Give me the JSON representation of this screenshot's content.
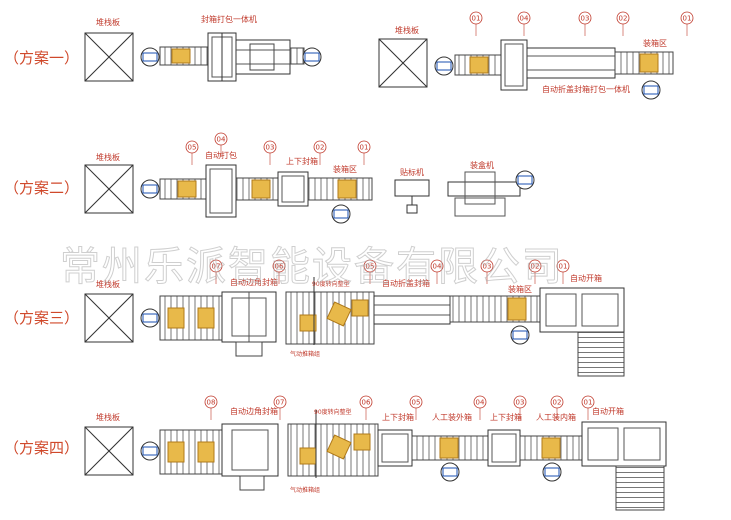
{
  "watermark": "常州乐派智能设备有限公司",
  "plans": [
    {
      "label": "（方案一）"
    },
    {
      "label": "（方案二）"
    },
    {
      "label": "（方案三）"
    },
    {
      "label": "（方案四）"
    }
  ],
  "labels": {
    "pallet": "堆栈板",
    "p1_left_machine": "封箱打包一体机",
    "p1_right_machine": "自动折盖封箱打包一体机",
    "p1_loading": "装箱区",
    "p2_strap": "自动打包",
    "p2_seal": "上下封箱",
    "p2_loading": "装箱区",
    "p2_label": "贴标机",
    "p2_boxer": "装盒机",
    "p3_corner": "自动边角封箱",
    "p3_turn": "90度转向整型",
    "p3_fold": "自动折盖封箱",
    "p3_loading": "装箱区",
    "p3_erector": "自动开箱",
    "p3_pneumatic": "气动推箱组",
    "p4_corner": "自动边角封箱",
    "p4_turn": "90度转向整型",
    "p4_seal_a": "上下封箱",
    "p4_manual_outer": "人工装外箱",
    "p4_seal_b": "上下封箱",
    "p4_manual_inner": "人工装内箱",
    "p4_erector": "自动开箱",
    "p4_pneumatic": "气动推箱组"
  },
  "numbers": {
    "p1": [
      "01",
      "04",
      "03",
      "02",
      "01"
    ],
    "p2": [
      "05",
      "04",
      "03",
      "02",
      "01"
    ],
    "p3": [
      "07",
      "06",
      "05",
      "04",
      "03",
      "02",
      "01"
    ],
    "p4": [
      "08",
      "07",
      "06",
      "05",
      "04",
      "03",
      "02",
      "01"
    ]
  },
  "colors": {
    "accent": "#d0492b",
    "line": "#555555",
    "box": "#e8b94a"
  }
}
